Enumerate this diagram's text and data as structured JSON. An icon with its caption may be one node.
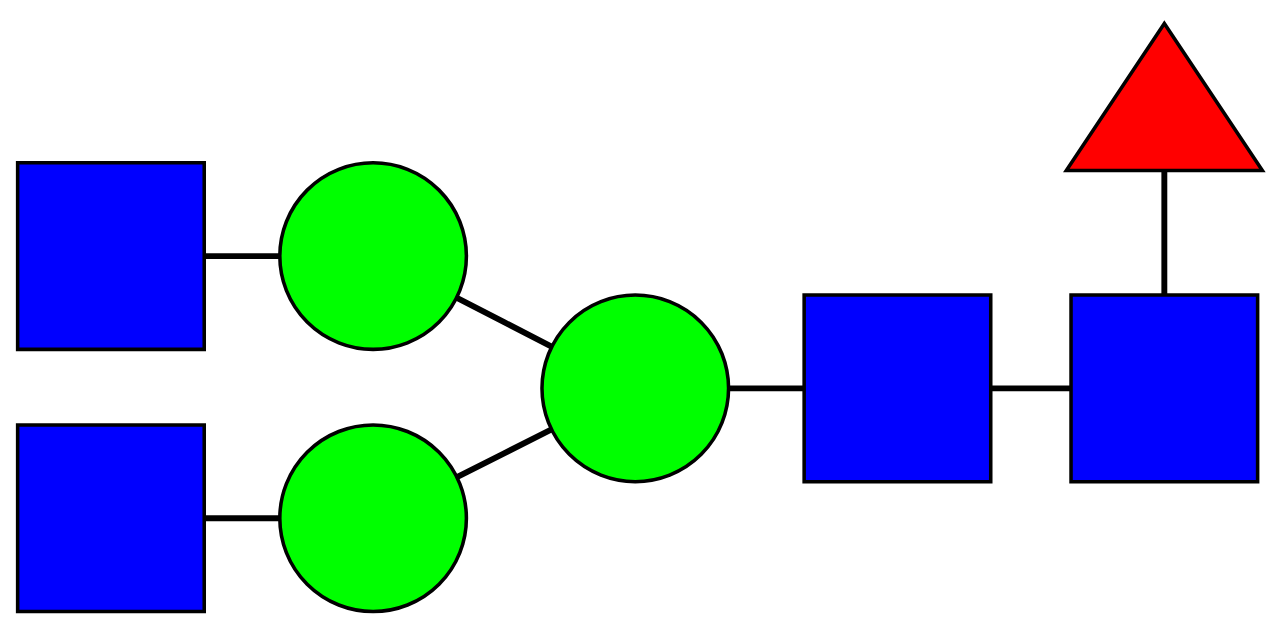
{
  "diagram": {
    "nodes": [
      {
        "text": [],
        "shape": "box"
      },
      {
        "text": [],
        "shape": "box"
      },
      {
        "text": [],
        "shape": "circle"
      },
      {
        "text": [],
        "shape": "circle"
      },
      {
        "text": [],
        "shape": "circle"
      },
      {
        "text": [],
        "shape": "box"
      },
      {
        "text": [],
        "shape": "triangle"
      },
      {
        "text": [],
        "shape": "box"
      }
    ],
    "edges": [
      {
        "from": 0,
        "to": 2,
        "arrow": "none"
      },
      {
        "from": 1,
        "to": 3,
        "arrow": "none"
      },
      {
        "from": 2,
        "to": 4,
        "arrow": "none"
      },
      {
        "from": 3,
        "to": 4,
        "arrow": "none"
      },
      {
        "from": 4,
        "to": 5,
        "arrow": "none"
      },
      {
        "from": 5,
        "to": 7,
        "arrow": "none"
      },
      {
        "from": 6,
        "to": 7,
        "arrow": "none"
      }
    ]
  }
}
